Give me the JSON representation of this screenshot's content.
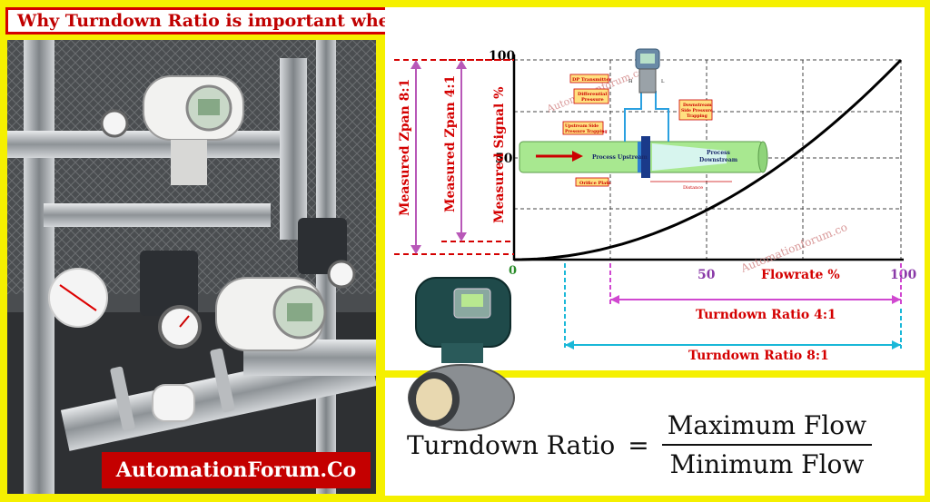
{
  "title": "Why Turndown Ratio is important when Selecting a Flow Meter",
  "brand": "AutomationForum.Co",
  "watermark": "Automationforum.co",
  "chart": {
    "y_label": "Measured Signal %",
    "x_label": "Flowrate %",
    "y_ticks": [
      "0",
      "50",
      "100"
    ],
    "x_ticks": [
      "50",
      "100"
    ],
    "zero_label": "0",
    "span_8": "Measured Zpan 8:1",
    "span_4": "Measured Zpan 4:1",
    "turndown_4": "Turndown Ratio 4:1",
    "turndown_8": "Turndown Ratio 8:1"
  },
  "inset": {
    "dp_transmitter": "DP Transmitter",
    "differential_pressure": "Differential Pressure",
    "downstream_trapping": "Downstream Side Pressure Trapping",
    "upstream_trapping": "Upstream Side Pressure Trapping",
    "process_upstream": "Process Upstream",
    "process_downstream": "Process Downstream",
    "orifice_plate": "Orifice Plate",
    "distance": "Distance",
    "h": "H",
    "l": "L"
  },
  "formula": {
    "lhs": "Turndown Ratio",
    "eq": "=",
    "numerator": "Maximum Flow",
    "denominator": "Minimum Flow"
  },
  "colors": {
    "frame": "#f5f000",
    "title_red": "#c00000",
    "curve": "#000000",
    "span_red": "#d40000",
    "turndown_magenta": "#d048d0",
    "turndown_cyan": "#1ab8d8",
    "pipe_green": "#a8e890"
  }
}
